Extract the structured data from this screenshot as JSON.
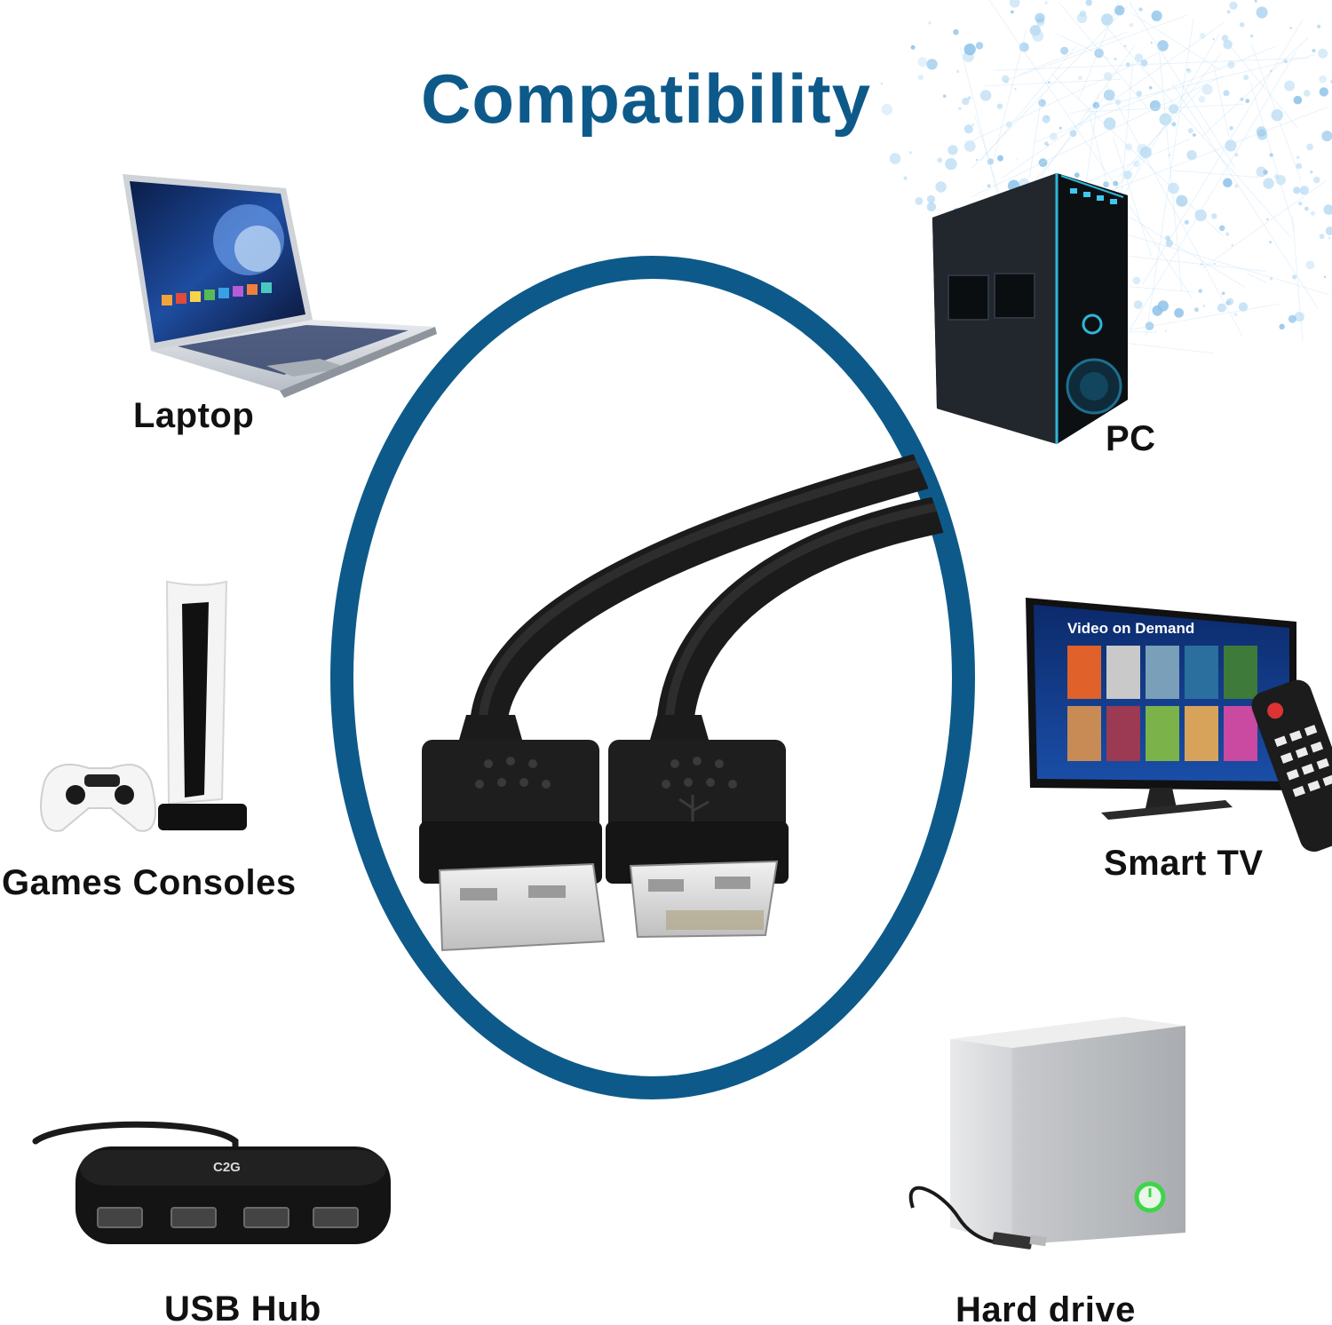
{
  "title": "Compatibility",
  "colors": {
    "brand_blue": "#0d5a8a",
    "ring_blue": "#0d5a8a",
    "label_text": "#111111"
  },
  "devices": [
    {
      "key": "laptop",
      "label": "Laptop",
      "icon": "laptop-icon"
    },
    {
      "key": "pc",
      "label": "PC",
      "icon": "desktop-tower-icon"
    },
    {
      "key": "games_consoles",
      "label": "Games Consoles",
      "icon": "game-console-icon"
    },
    {
      "key": "smart_tv",
      "label": "Smart TV",
      "icon": "smart-tv-icon"
    },
    {
      "key": "usb_hub",
      "label": "USB Hub",
      "icon": "usb-hub-icon"
    },
    {
      "key": "hard_drive",
      "label": "Hard drive",
      "icon": "hard-drive-icon"
    }
  ],
  "tv_screen_text": "Video on Demand",
  "hub_brand": "C2G",
  "center_image": "usb-a-male-connectors-icon"
}
